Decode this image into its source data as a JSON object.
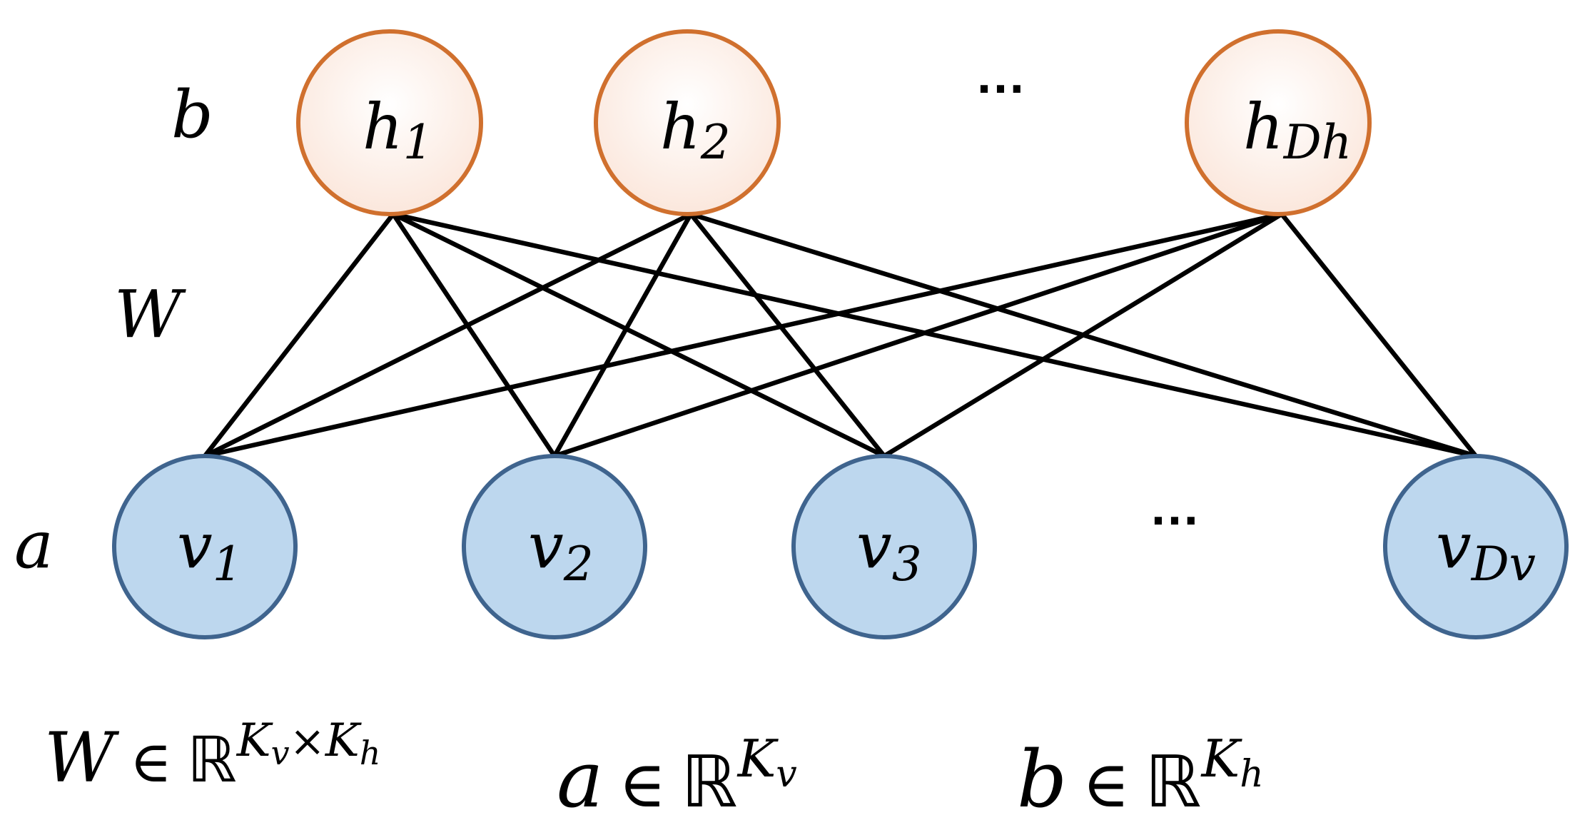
{
  "labels": {
    "bias_hidden": "b",
    "weights": "W",
    "bias_visible": "a"
  },
  "hidden_nodes": [
    {
      "symbol": "h",
      "subscript": "1"
    },
    {
      "symbol": "h",
      "subscript": "2"
    },
    {
      "symbol": "h",
      "subscript": "Dh"
    }
  ],
  "visible_nodes": [
    {
      "symbol": "v",
      "subscript": "1"
    },
    {
      "symbol": "v",
      "subscript": "2"
    },
    {
      "symbol": "v",
      "subscript": "3"
    },
    {
      "symbol": "v",
      "subscript": "Dv"
    }
  ],
  "ellipsis": "…",
  "formulas": {
    "weights": {
      "var": "W",
      "op": "∈",
      "set": "ℝ",
      "sup1": "K",
      "sup1_sub": "v",
      "times": "×",
      "sup2": "K",
      "sup2_sub": "h"
    },
    "visible_bias": {
      "var": "a",
      "op": "∈",
      "set": "ℝ",
      "sup1": "K",
      "sup1_sub": "v"
    },
    "hidden_bias": {
      "var": "b",
      "op": "∈",
      "set": "ℝ",
      "sup1": "K",
      "sup1_sub": "h"
    }
  },
  "colors": {
    "hidden_stroke": "#D0702E",
    "hidden_fill": "#FDF0EA",
    "visible_stroke": "#3F648E",
    "visible_fill": "#BDD7EE",
    "edge": "#000000"
  }
}
